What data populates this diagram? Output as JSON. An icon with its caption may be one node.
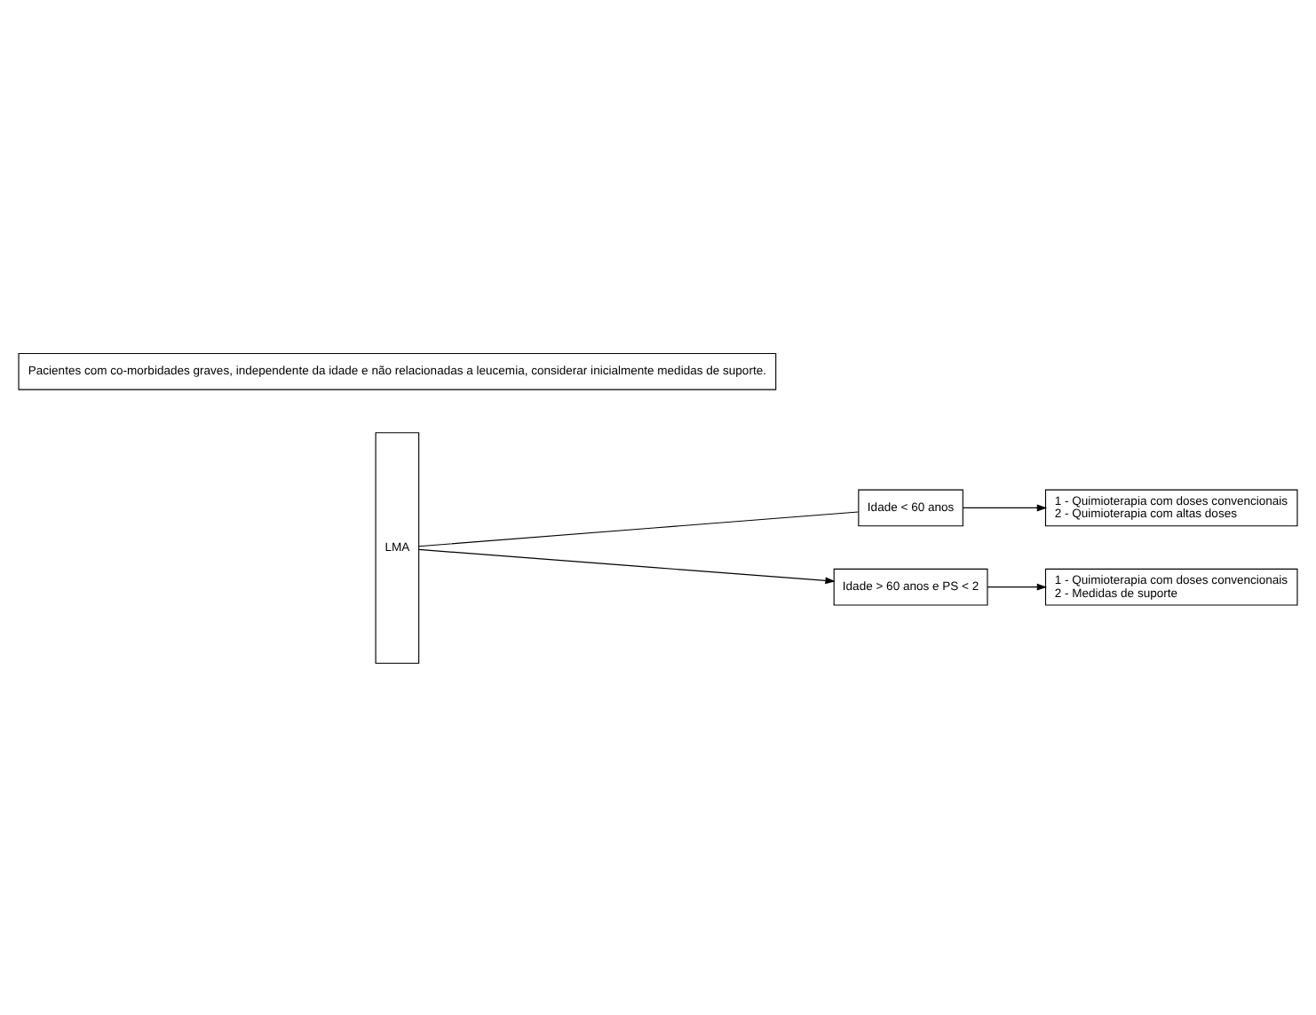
{
  "diagram": {
    "nodes": [
      {
        "text": [
          "LMA"
        ]
      },
      {
        "text": [
          "Idade < 60 anos"
        ]
      },
      {
        "text": [
          "1 - Quimioterapia com doses convencionais",
          "2 - Quimioterapia com altas doses"
        ]
      },
      {
        "text": [
          "Idade > 60 anos e PS < 2"
        ]
      },
      {
        "text": [
          "1 - Quimioterapia com doses convencionais",
          "2 - Medidas de suporte"
        ]
      },
      {
        "text": [
          "Pacientes com co-morbidades graves, independente da idade e não relacionadas a leucemia, considerar inicialmente medidas de suporte."
        ]
      }
    ],
    "edges": [
      {
        "from": 0,
        "to": 1,
        "arrow": "none"
      },
      {
        "from": 0,
        "to": 3,
        "arrow": "to"
      },
      {
        "from": 1,
        "to": 2,
        "arrow": "to"
      },
      {
        "from": 3,
        "to": 4,
        "arrow": "to"
      }
    ]
  }
}
